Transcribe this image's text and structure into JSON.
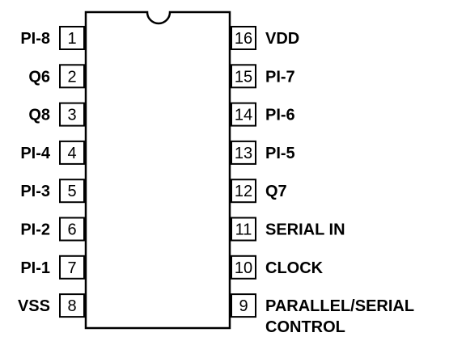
{
  "left_pins": [
    {
      "number": "1",
      "label": "PI-8"
    },
    {
      "number": "2",
      "label": "Q6"
    },
    {
      "number": "3",
      "label": "Q8"
    },
    {
      "number": "4",
      "label": "PI-4"
    },
    {
      "number": "5",
      "label": "PI-3"
    },
    {
      "number": "6",
      "label": "PI-2"
    },
    {
      "number": "7",
      "label": "PI-1"
    },
    {
      "number": "8",
      "label": "VSS"
    }
  ],
  "right_pins": [
    {
      "number": "16",
      "label": "VDD"
    },
    {
      "number": "15",
      "label": "PI-7"
    },
    {
      "number": "14",
      "label": "PI-6"
    },
    {
      "number": "13",
      "label": "PI-5"
    },
    {
      "number": "12",
      "label": "Q7"
    },
    {
      "number": "11",
      "label": "SERIAL IN"
    },
    {
      "number": "10",
      "label": "CLOCK"
    },
    {
      "number": "9",
      "label": "PARALLEL/SERIAL",
      "label2": "CONTROL"
    }
  ]
}
